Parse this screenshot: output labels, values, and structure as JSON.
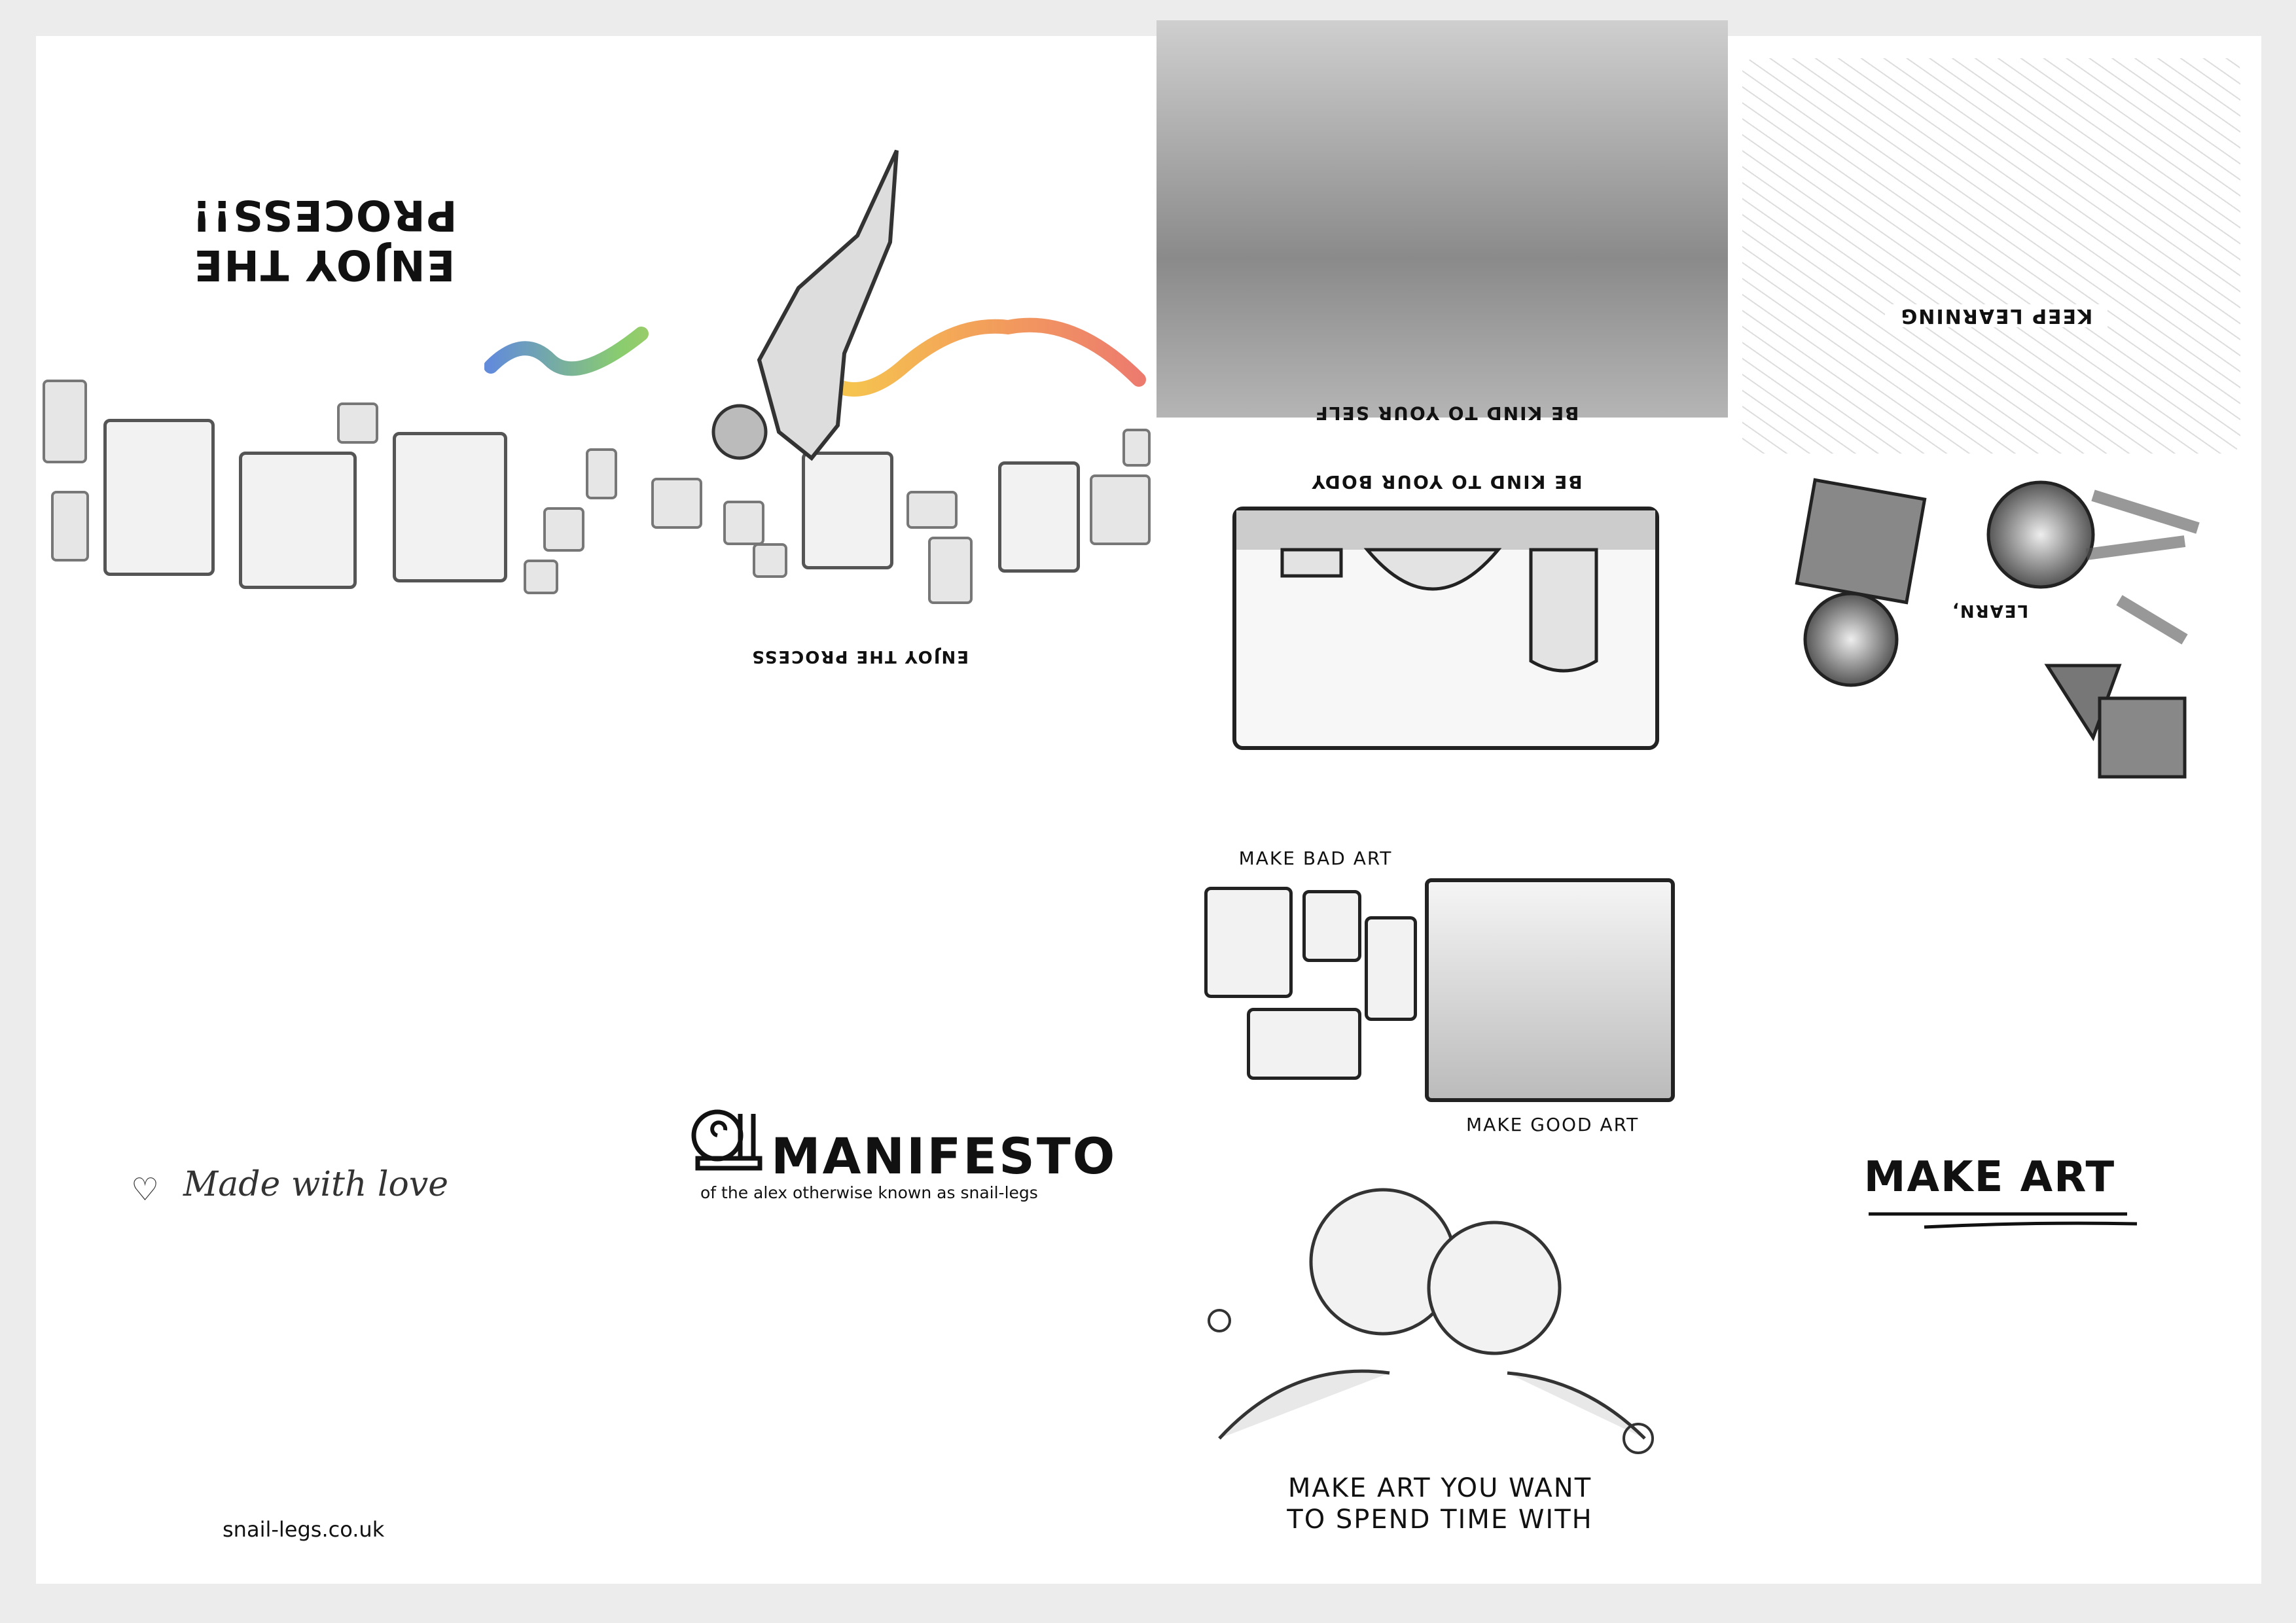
{
  "left_page": {
    "headline": "ENJOY THE PROCESS!!",
    "caption": "ENJOY THE PROCESS"
  },
  "center_panels": {
    "kind_self": "BE KIND TO YOUR SELF",
    "kind_body": "BE KIND TO YOUR BODY",
    "make_bad_art": "MAKE BAD ART",
    "make_good_art": "MAKE GOOD ART",
    "spend_time_line1": "MAKE ART YOU WANT",
    "spend_time_line2": "TO SPEND TIME WITH"
  },
  "right_page": {
    "keep_learning": "KEEP LEARNING",
    "learn": "LEARN,",
    "make_art": "MAKE ART"
  },
  "back_cover": {
    "made_with_love": "Made with love",
    "website": "snail-legs.co.uk"
  },
  "cover": {
    "title": "MANIFESTO",
    "subtitle": "of the alex otherwise known as snail-legs"
  },
  "colors": {
    "background": "#ececec",
    "paper": "#ffffff",
    "ink": "#111111",
    "rainbow": [
      "#3b6fd0",
      "#6cc04a",
      "#f4c020",
      "#f08a30",
      "#e85a4a"
    ]
  }
}
